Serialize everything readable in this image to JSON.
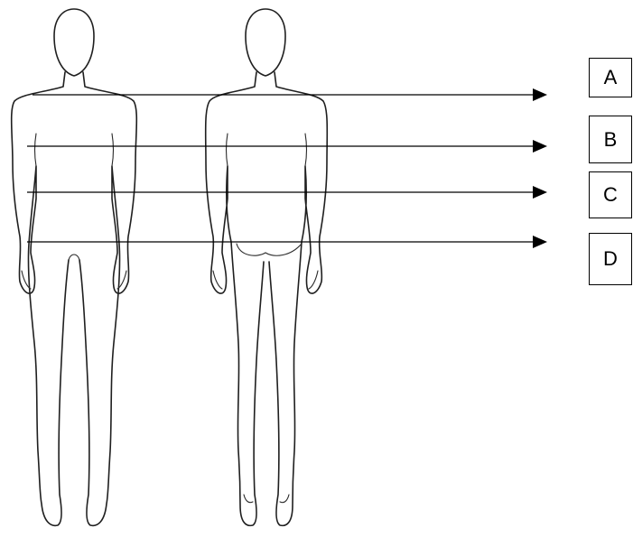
{
  "labels": {
    "a": "A",
    "b": "B",
    "c": "C",
    "d": "D"
  },
  "colors": {
    "stroke": "#000000",
    "background": "#ffffff"
  }
}
